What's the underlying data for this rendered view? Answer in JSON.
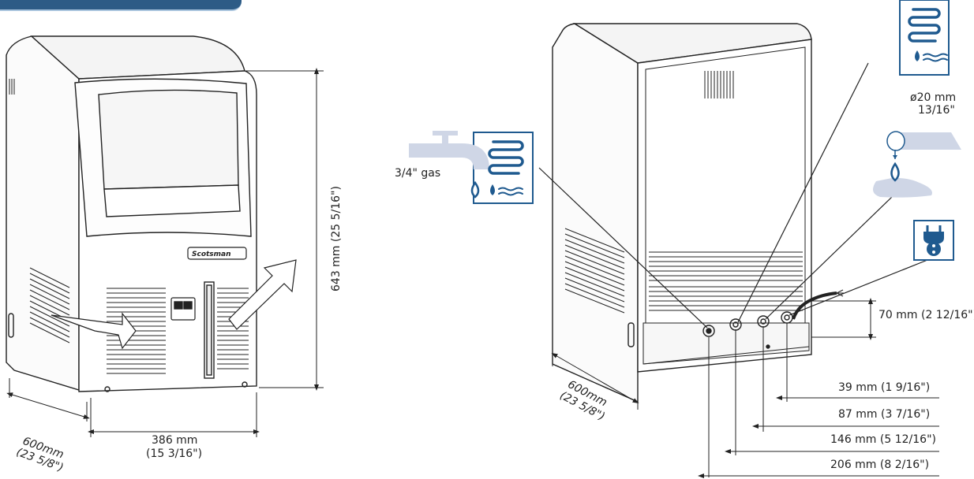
{
  "front_view": {
    "width_label": "386 mm",
    "width_label_imperial": "(15 3/16\")",
    "height_label": "643 mm (25 5/16\")",
    "depth_label": "600mm",
    "depth_label_imperial": "(23 5/8\")",
    "brand_badge": "Scotsman"
  },
  "rear_view": {
    "depth_label": "600mm",
    "depth_label_imperial": "(23 5/8\")",
    "inlet_label": "3/4\" gas",
    "drain_label": "ø20 mm",
    "drain_label_imperial": "13/16\"",
    "base_height_label": "70 mm (2 12/16\")",
    "offsets": [
      "39 mm (1 9/16\")",
      "87 mm (3 7/16\")",
      "146 mm (5 12/16\")",
      "206 mm (8 2/16\")"
    ]
  },
  "colors": {
    "accent": "#2d5b86",
    "icon_blue": "#1f5a8f",
    "water_fill": "#cfd6e6",
    "line": "#222222"
  },
  "icons": [
    "condenser-coil-icon",
    "water-tap-icon",
    "drain-pipe-icon",
    "power-plug-icon"
  ]
}
